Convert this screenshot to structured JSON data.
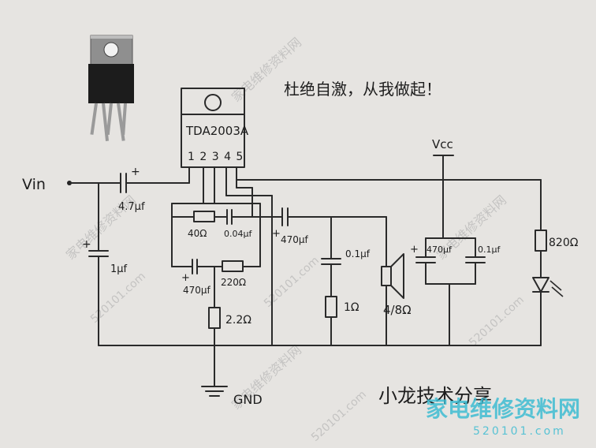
{
  "slogan": "杜绝自激，从我做起！",
  "ic": {
    "name": "TDA2003A",
    "pins": "1 2 3 4 5"
  },
  "labels": {
    "vin": "Vin",
    "vcc": "Vcc",
    "gnd": "GND",
    "c_in": "4.7μf",
    "c_in_plus": "+",
    "c_1u": "1μf",
    "c_1u_plus": "+",
    "r_40": "40Ω",
    "c_004": "0.04μf",
    "c_470_fb": "470μf",
    "c_470_fb_plus": "+",
    "r_220": "220Ω",
    "r_22": "2.2Ω",
    "c_470_out": "470μf",
    "c_470_out_plus": "+",
    "c_01u_zobel": "0.1μf",
    "r_1": "1Ω",
    "spk": "4/8Ω",
    "c_470_sup": "470μf",
    "c_470_sup_plus": "+",
    "c_01u_sup": "0.1μf",
    "r_820": "820Ω"
  },
  "title": "小龙技术分享",
  "watermark": {
    "site": "家电维修资料网",
    "url": "520101.com",
    "brand": "家电维修资料网",
    "brand_url": "520101.com"
  }
}
